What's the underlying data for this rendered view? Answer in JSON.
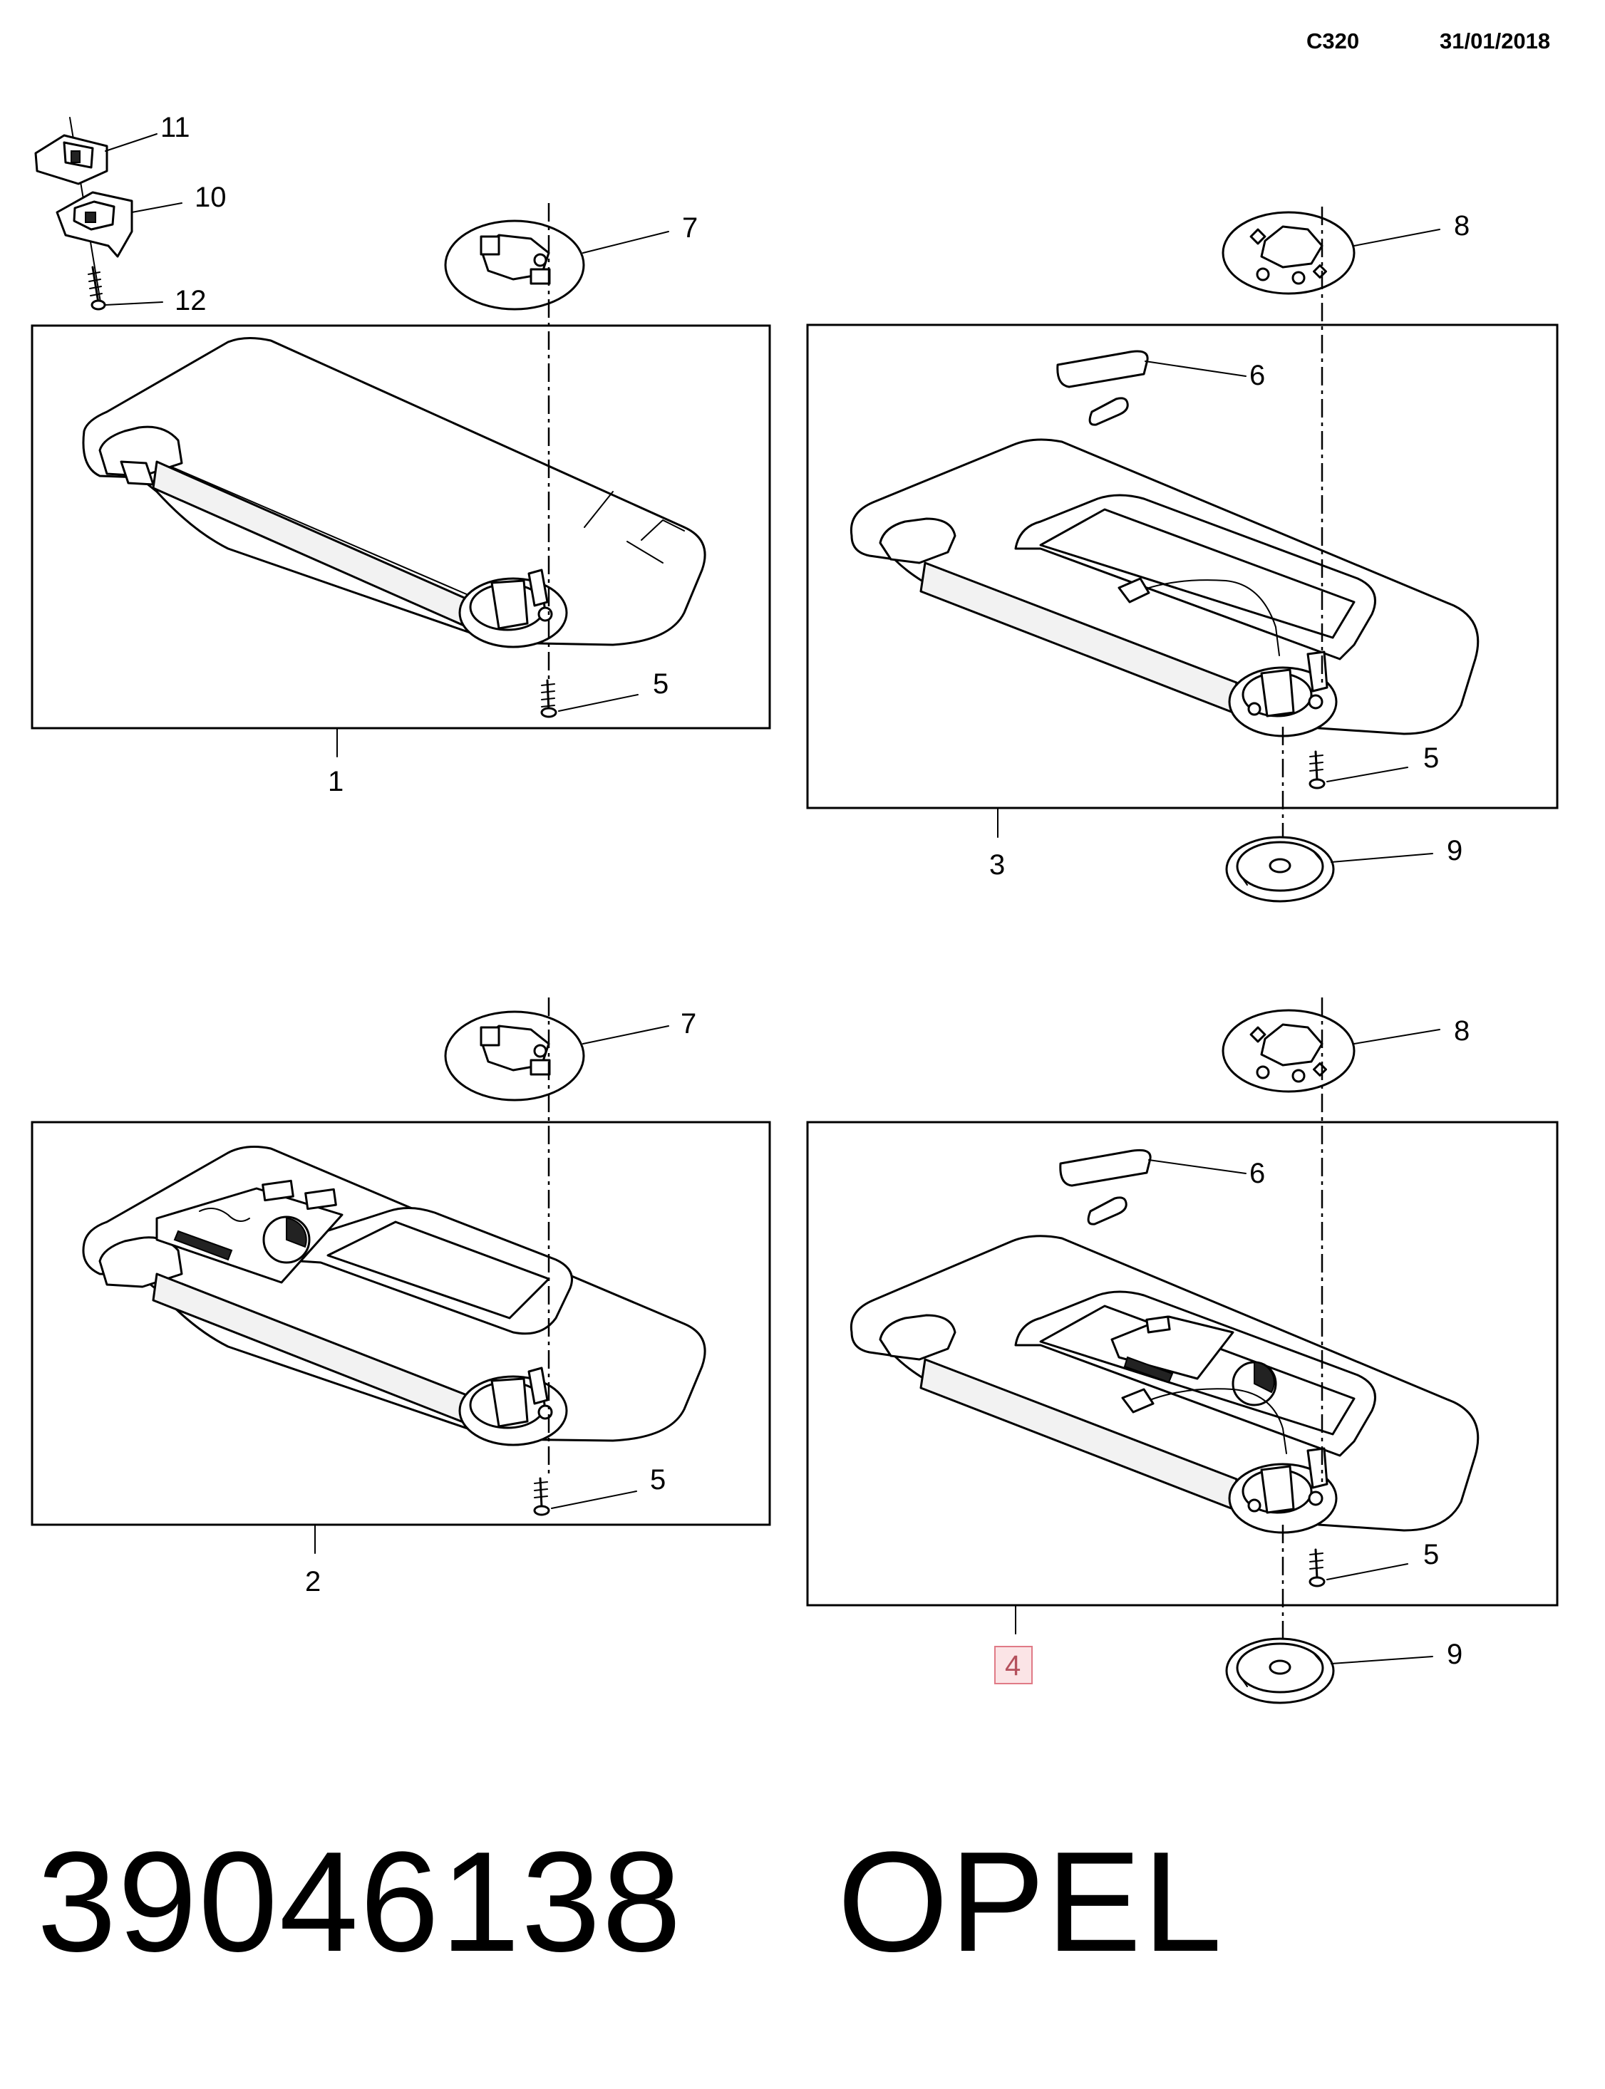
{
  "header": {
    "code": "C320",
    "date": "31/01/2018"
  },
  "footer": {
    "part_number": "39046138",
    "brand": "OPEL"
  },
  "callouts": {
    "c1": "1",
    "c2": "2",
    "c3": "3",
    "c4": "4",
    "c5": "5",
    "c6": "6",
    "c7": "7",
    "c8": "8",
    "c9": "9",
    "c10": "10",
    "c11": "11",
    "c12": "12"
  },
  "highlighted_callout": "4",
  "colors": {
    "line": "#000000",
    "highlight_fill": "#fbe4e6",
    "highlight_stroke": "#e07a86"
  }
}
